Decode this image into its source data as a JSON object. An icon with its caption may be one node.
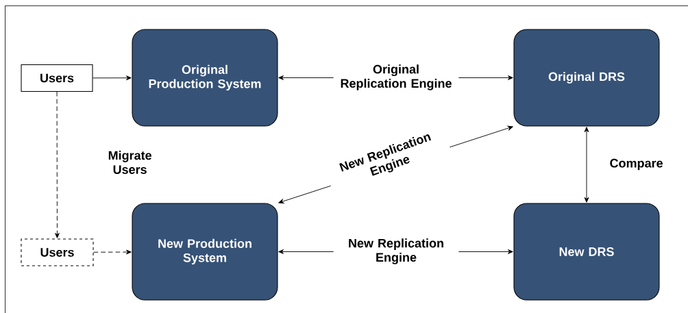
{
  "diagram": {
    "nodes": [
      {
        "text": [
          "Users"
        ]
      },
      {
        "text": [
          "Original Production System"
        ]
      },
      {
        "text": [
          "Original DRS"
        ]
      },
      {
        "text": [
          "Users"
        ]
      },
      {
        "text": [
          "New Production System"
        ]
      },
      {
        "text": [
          "New DRS"
        ]
      }
    ],
    "edges": [
      {
        "from": 0,
        "to": 1,
        "arrow": "to"
      },
      {
        "from": 0,
        "to": 3,
        "arrow": "to",
        "style": "dashed",
        "label": "Migrate Users"
      },
      {
        "from": 3,
        "to": 4,
        "arrow": "to",
        "style": "dashed"
      },
      {
        "from": 1,
        "to": 2,
        "arrow": "both",
        "label": "Original Replication Engine"
      },
      {
        "from": 2,
        "to": 4,
        "arrow": "both",
        "label": "New Replication Engine"
      },
      {
        "from": 2,
        "to": 5,
        "arrow": "both",
        "label": "Compare"
      },
      {
        "from": 4,
        "to": 5,
        "arrow": "both",
        "label": "New Replication Engine"
      }
    ]
  }
}
